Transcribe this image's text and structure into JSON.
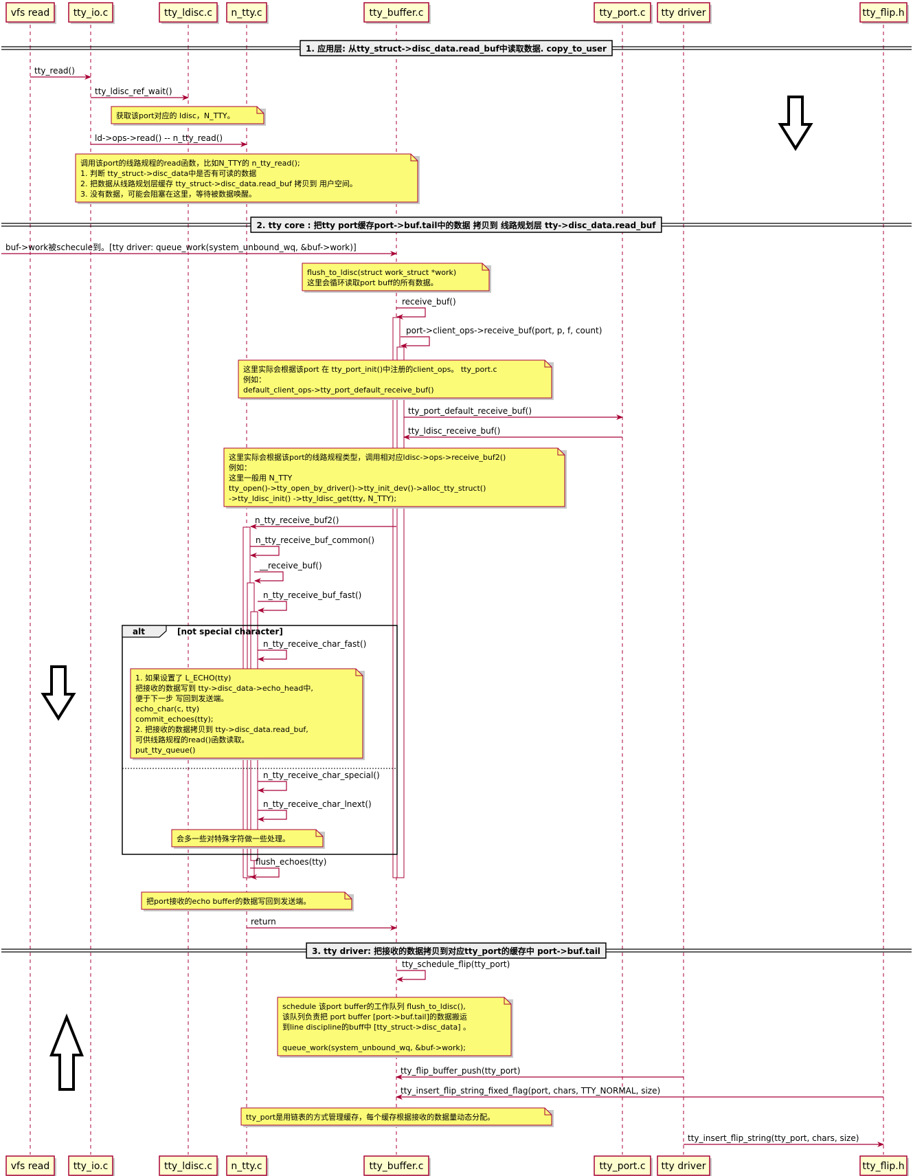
{
  "participants": [
    {
      "id": "vfs",
      "label": "vfs read"
    },
    {
      "id": "ttyio",
      "label": "tty_io.c"
    },
    {
      "id": "ldisc",
      "label": "tty_ldisc.c"
    },
    {
      "id": "ntty",
      "label": "n_tty.c"
    },
    {
      "id": "buffer",
      "label": "tty_buffer.c"
    },
    {
      "id": "port",
      "label": "tty_port.c"
    },
    {
      "id": "driver",
      "label": "tty driver"
    },
    {
      "id": "flip",
      "label": "tty_flip.h"
    }
  ],
  "dividers": [
    "1. 应用层: 从tty_struct->disc_data.read_buf中读取数据. copy_to_user",
    "2. tty core : 把tty port缓存port->buf.tail中的数据 拷贝到 线路规划层 tty->disc_data.read_buf",
    "3. tty driver: 把接收的数据拷贝到对应tty_port的缓存中 port->buf.tail"
  ],
  "messages": [
    "tty_read()",
    "tty_ldisc_ref_wait()",
    "ld->ops->read() -- n_tty_read()",
    "buf->work被schecule到。[tty driver: queue_work(system_unbound_wq, &buf->work)]",
    "receive_buf()",
    "port->client_ops->receive_buf(port, p, f, count)",
    "tty_port_default_receive_buf()",
    "tty_ldisc_receive_buf()",
    "n_tty_receive_buf2()",
    "n_tty_receive_buf_common()",
    "__receive_buf()",
    "n_tty_receive_buf_fast()",
    "n_tty_receive_char_fast()",
    "n_tty_receive_char_special()",
    "n_tty_receive_char_lnext()",
    "flush_echoes(tty)",
    "return",
    "tty_schedule_flip(tty_port)",
    "tty_flip_buffer_push(tty_port)",
    "tty_insert_flip_string_fixed_flag(port, chars, TTY_NORMAL, size)",
    "tty_insert_flip_string(tty_port, chars, size)"
  ],
  "notes": [
    [
      "获取该port对应的 ldisc，N_TTY。"
    ],
    [
      "调用该port的线路规程的read函数，比如N_TTY的 n_tty_read();",
      "1. 判断 tty_struct->disc_data中是否有可读的数据",
      "2. 把数据从线路规划层缓存 tty_struct->disc_data.read_buf 拷贝到 用户空间。",
      "3. 没有数据，可能会阻塞在这里，等待被数据唤醒。"
    ],
    [
      "flush_to_ldisc(struct work_struct *work)",
      "这里会循环读取port buff的所有数据。"
    ],
    [
      "这里实际会根据该port 在 tty_port_init()中注册的client_ops。 tty_port.c",
      "例如：",
      "    default_client_ops->tty_port_default_receive_buf()"
    ],
    [
      "这里实际会根据该port的线路规程类型，调用相对应ldisc->ops->receive_buf2()",
      "例如：",
      "    这里一般用 N_TTY",
      "    tty_open()->tty_open_by_driver()->tty_init_dev()->alloc_tty_struct()",
      "    ->tty_ldisc_init() ->tty_ldisc_get(tty, N_TTY);"
    ],
    [
      "1. 如果设置了 L_ECHO(tty)",
      "把接收的数据写到 tty->disc_data->echo_head中,",
      "便于下一步 写回到发送端。",
      "      echo_char(c, tty)",
      "      commit_echoes(tty);",
      "2. 把接收的数据拷贝到 tty->disc_data.read_buf,",
      "可供线路规程的read()函数读取。",
      "      put_tty_queue()"
    ],
    [
      "会多一些对特殊字符做一些处理。"
    ],
    [
      "把port接收的echo buffer的数据写回到发送端。"
    ],
    [
      "schedule 该port buffer的工作队列 flush_to_ldisc(),",
      "该队列负责把 port buffer [port->buf.tail]的数据搬运",
      "到line discipline的buff中 [tty_struct->disc_data] 。",
      "",
      "queue_work(system_unbound_wq, &buf->work);"
    ],
    [
      "tty_port是用链表的方式管理缓存，每个缓存根据接收的数据量动态分配。"
    ]
  ],
  "alt": {
    "keyword": "alt",
    "condition": "[not special character]"
  },
  "colors": {
    "arrow": "#a80036",
    "note_fill": "#fbfb77",
    "note_stroke": "#a80036",
    "box_fill": "#fefece",
    "box_stroke": "#a80036",
    "lifeline": "#a80036"
  }
}
